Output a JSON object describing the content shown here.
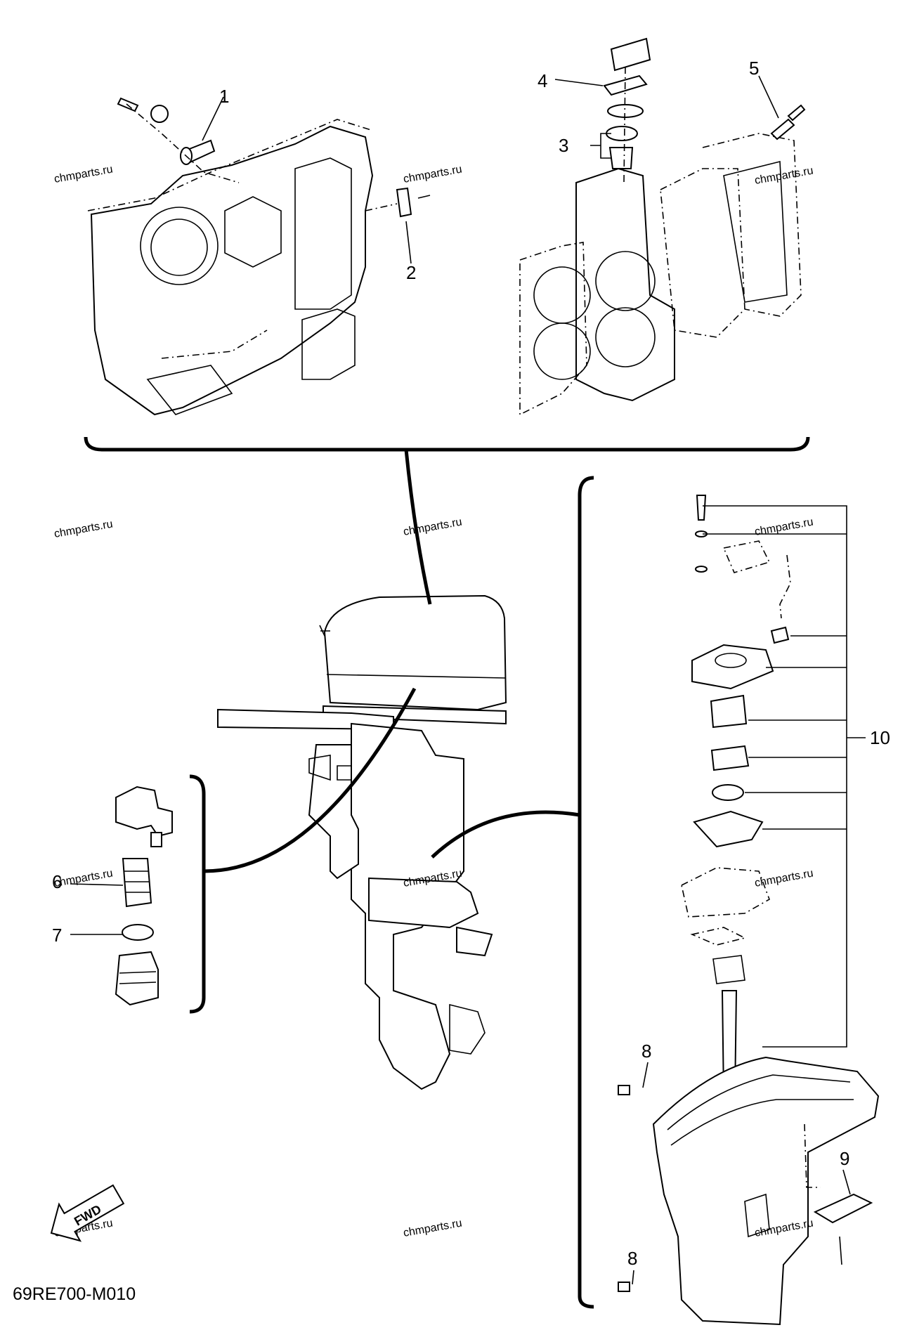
{
  "diagram_code": "69RE700-M010",
  "watermark": "chmparts.ru",
  "fwd_label": "FWD",
  "callouts": {
    "c1": "1",
    "c2": "2",
    "c3": "3",
    "c4": "4",
    "c5": "5",
    "c6": "6",
    "c7": "7",
    "c8a": "8",
    "c8b": "8",
    "c9": "9",
    "c10": "10"
  }
}
